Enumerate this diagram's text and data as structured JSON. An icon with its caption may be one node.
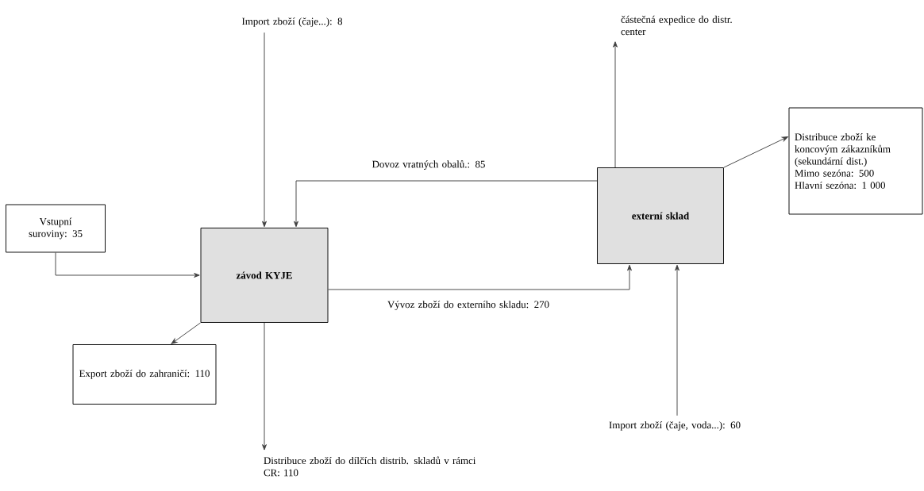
{
  "diagram": {
    "nodes": [
      {
        "text": [
          "Import zboží (čaje...): 8"
        ]
      },
      {
        "text": [
          "částečná expedice do distr. center"
        ]
      },
      {
        "text": [
          "Distribuce zboží ke koncovým zákazníkům (sekundární dist.)",
          "Mimo sezóna: 500",
          "Hlavní sezóna: 1 000"
        ]
      },
      {
        "text": [
          "Vstupní suroviny: 35"
        ]
      },
      {
        "text": [
          "závod KYJE"
        ]
      },
      {
        "text": [
          "externí sklad"
        ]
      },
      {
        "text": [
          "Export zboží do zahraničí: 110"
        ]
      },
      {
        "text": [
          "Distribuce zboží do dílčích distrib. skladů v rámci CR: 110"
        ]
      },
      {
        "text": [
          "Import zboží (čaje, voda...): 60"
        ]
      }
    ],
    "edges": [
      {
        "from": 0,
        "to": 4,
        "arrow": "to"
      },
      {
        "from": 3,
        "to": 4,
        "arrow": "to"
      },
      {
        "from": 5,
        "to": 4,
        "arrow": "to",
        "label": "Dovoz vratných obalů.: 85"
      },
      {
        "from": 4,
        "to": 5,
        "arrow": "to",
        "label": "Vývoz zboží do externího skladu: 270"
      },
      {
        "from": 4,
        "to": 6,
        "arrow": "to"
      },
      {
        "from": 4,
        "to": 7,
        "arrow": "to"
      },
      {
        "from": 5,
        "to": 1,
        "arrow": "to"
      },
      {
        "from": 5,
        "to": 2,
        "arrow": "to"
      },
      {
        "from": 8,
        "to": 5,
        "arrow": "to"
      }
    ]
  }
}
